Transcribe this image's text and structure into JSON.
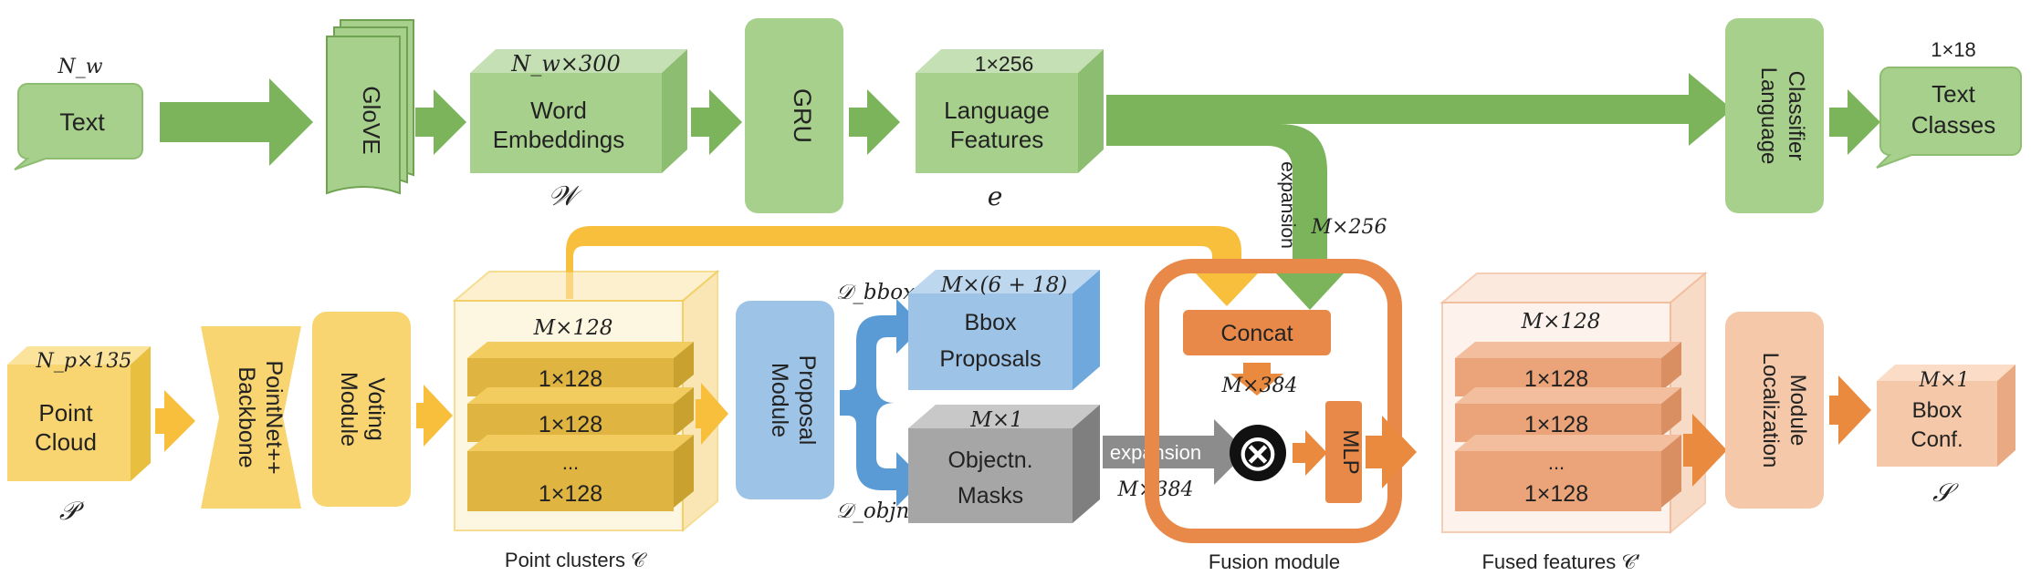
{
  "colors": {
    "green_arrow": "#7bb45a",
    "green_fill": "#a8d08d",
    "green_stroke": "#8cbd70",
    "yellow_fill": "#f9d571",
    "yellow_arrow": "#f7bf3c",
    "orange_fill": "#e8894a",
    "orange_arrow": "#ea8a3f",
    "peach_fill": "#f4c8a8",
    "blue_fill": "#9dc3e6",
    "blue_arrow": "#5b9bd5",
    "gray_fill": "#a6a6a6"
  },
  "language_branch": {
    "text_input": {
      "dim": "N_w",
      "label": "Text"
    },
    "glove": {
      "label": "GloVE"
    },
    "word_embeddings": {
      "dim": "N_w×300",
      "label_line1": "Word",
      "label_line2": "Embeddings",
      "symbol": "𝒲"
    },
    "gru": {
      "label": "GRU"
    },
    "language_features": {
      "dim": "1×256",
      "label_line1": "Language",
      "label_line2": "Features",
      "symbol": "e"
    },
    "language_classifier": {
      "label_line1": "Language",
      "label_line2": "Classifier"
    },
    "text_classes": {
      "dim": "1×18",
      "label_line1": "Text",
      "label_line2": "Classes"
    },
    "expansion": {
      "label": "expansion",
      "dim": "M×256"
    }
  },
  "point_branch": {
    "point_cloud": {
      "dim": "N_p×135",
      "label_line1": "Point",
      "label_line2": "Cloud",
      "symbol": "𝒫"
    },
    "backbone": {
      "label_line1": "PointNet++",
      "label_line2": "Backbone"
    },
    "voting": {
      "label_line1": "Voting",
      "label_line2": "Module"
    },
    "point_clusters": {
      "dim": "M×128",
      "rows": [
        "1×128",
        "1×128",
        "...",
        "1×128"
      ],
      "caption": "Point clusters 𝒞"
    },
    "proposal": {
      "label_line1": "Proposal",
      "label_line2": "Module"
    },
    "d_bbox": "𝒟_bbox",
    "d_objn": "𝒟_objn",
    "bbox_proposals": {
      "dim": "M×(6 + 18)",
      "label_line1": "Bbox",
      "label_line2": "Proposals"
    },
    "objectness_masks": {
      "dim": "M×1",
      "label_line1": "Objectn.",
      "label_line2": "Masks"
    },
    "expansion": {
      "label": "expansion",
      "dim": "M×384"
    }
  },
  "fusion": {
    "concat": "Concat",
    "concat_dim": "M×384",
    "multiply_symbol": "⊗",
    "mlp": "MLP",
    "caption": "Fusion module"
  },
  "output_branch": {
    "fused_features": {
      "dim": "M×128",
      "rows": [
        "1×128",
        "1×128",
        "...",
        "1×128"
      ],
      "caption": "Fused features 𝒞′"
    },
    "localization": {
      "label_line1": "Localization",
      "label_line2": "Module"
    },
    "bbox_conf": {
      "dim": "M×1",
      "label_line1": "Bbox",
      "label_line2": "Conf.",
      "symbol": "𝒮"
    }
  }
}
